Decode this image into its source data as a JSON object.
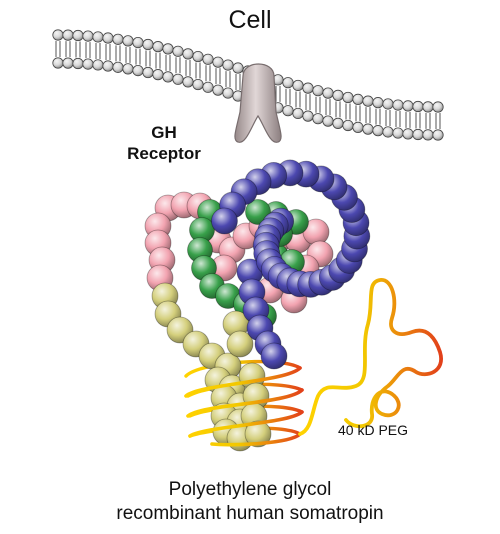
{
  "labels": {
    "cell": "Cell",
    "receptor_line1": "GH",
    "receptor_line2": "Receptor",
    "peg": "40 kD PEG",
    "caption_line1": "Polyethylene glycol",
    "caption_line2": "recombinant human somatropin"
  },
  "colors": {
    "membrane_bead": "#d8d8d8",
    "receptor": "#c8b6b7",
    "helix_pink": "#f2a3b0",
    "helix_green": "#38a04a",
    "helix_blue": "#4c48b0",
    "helix_yellow": "#d4cf7c",
    "peg_start": "#ffd200",
    "peg_end": "#e2401a"
  }
}
